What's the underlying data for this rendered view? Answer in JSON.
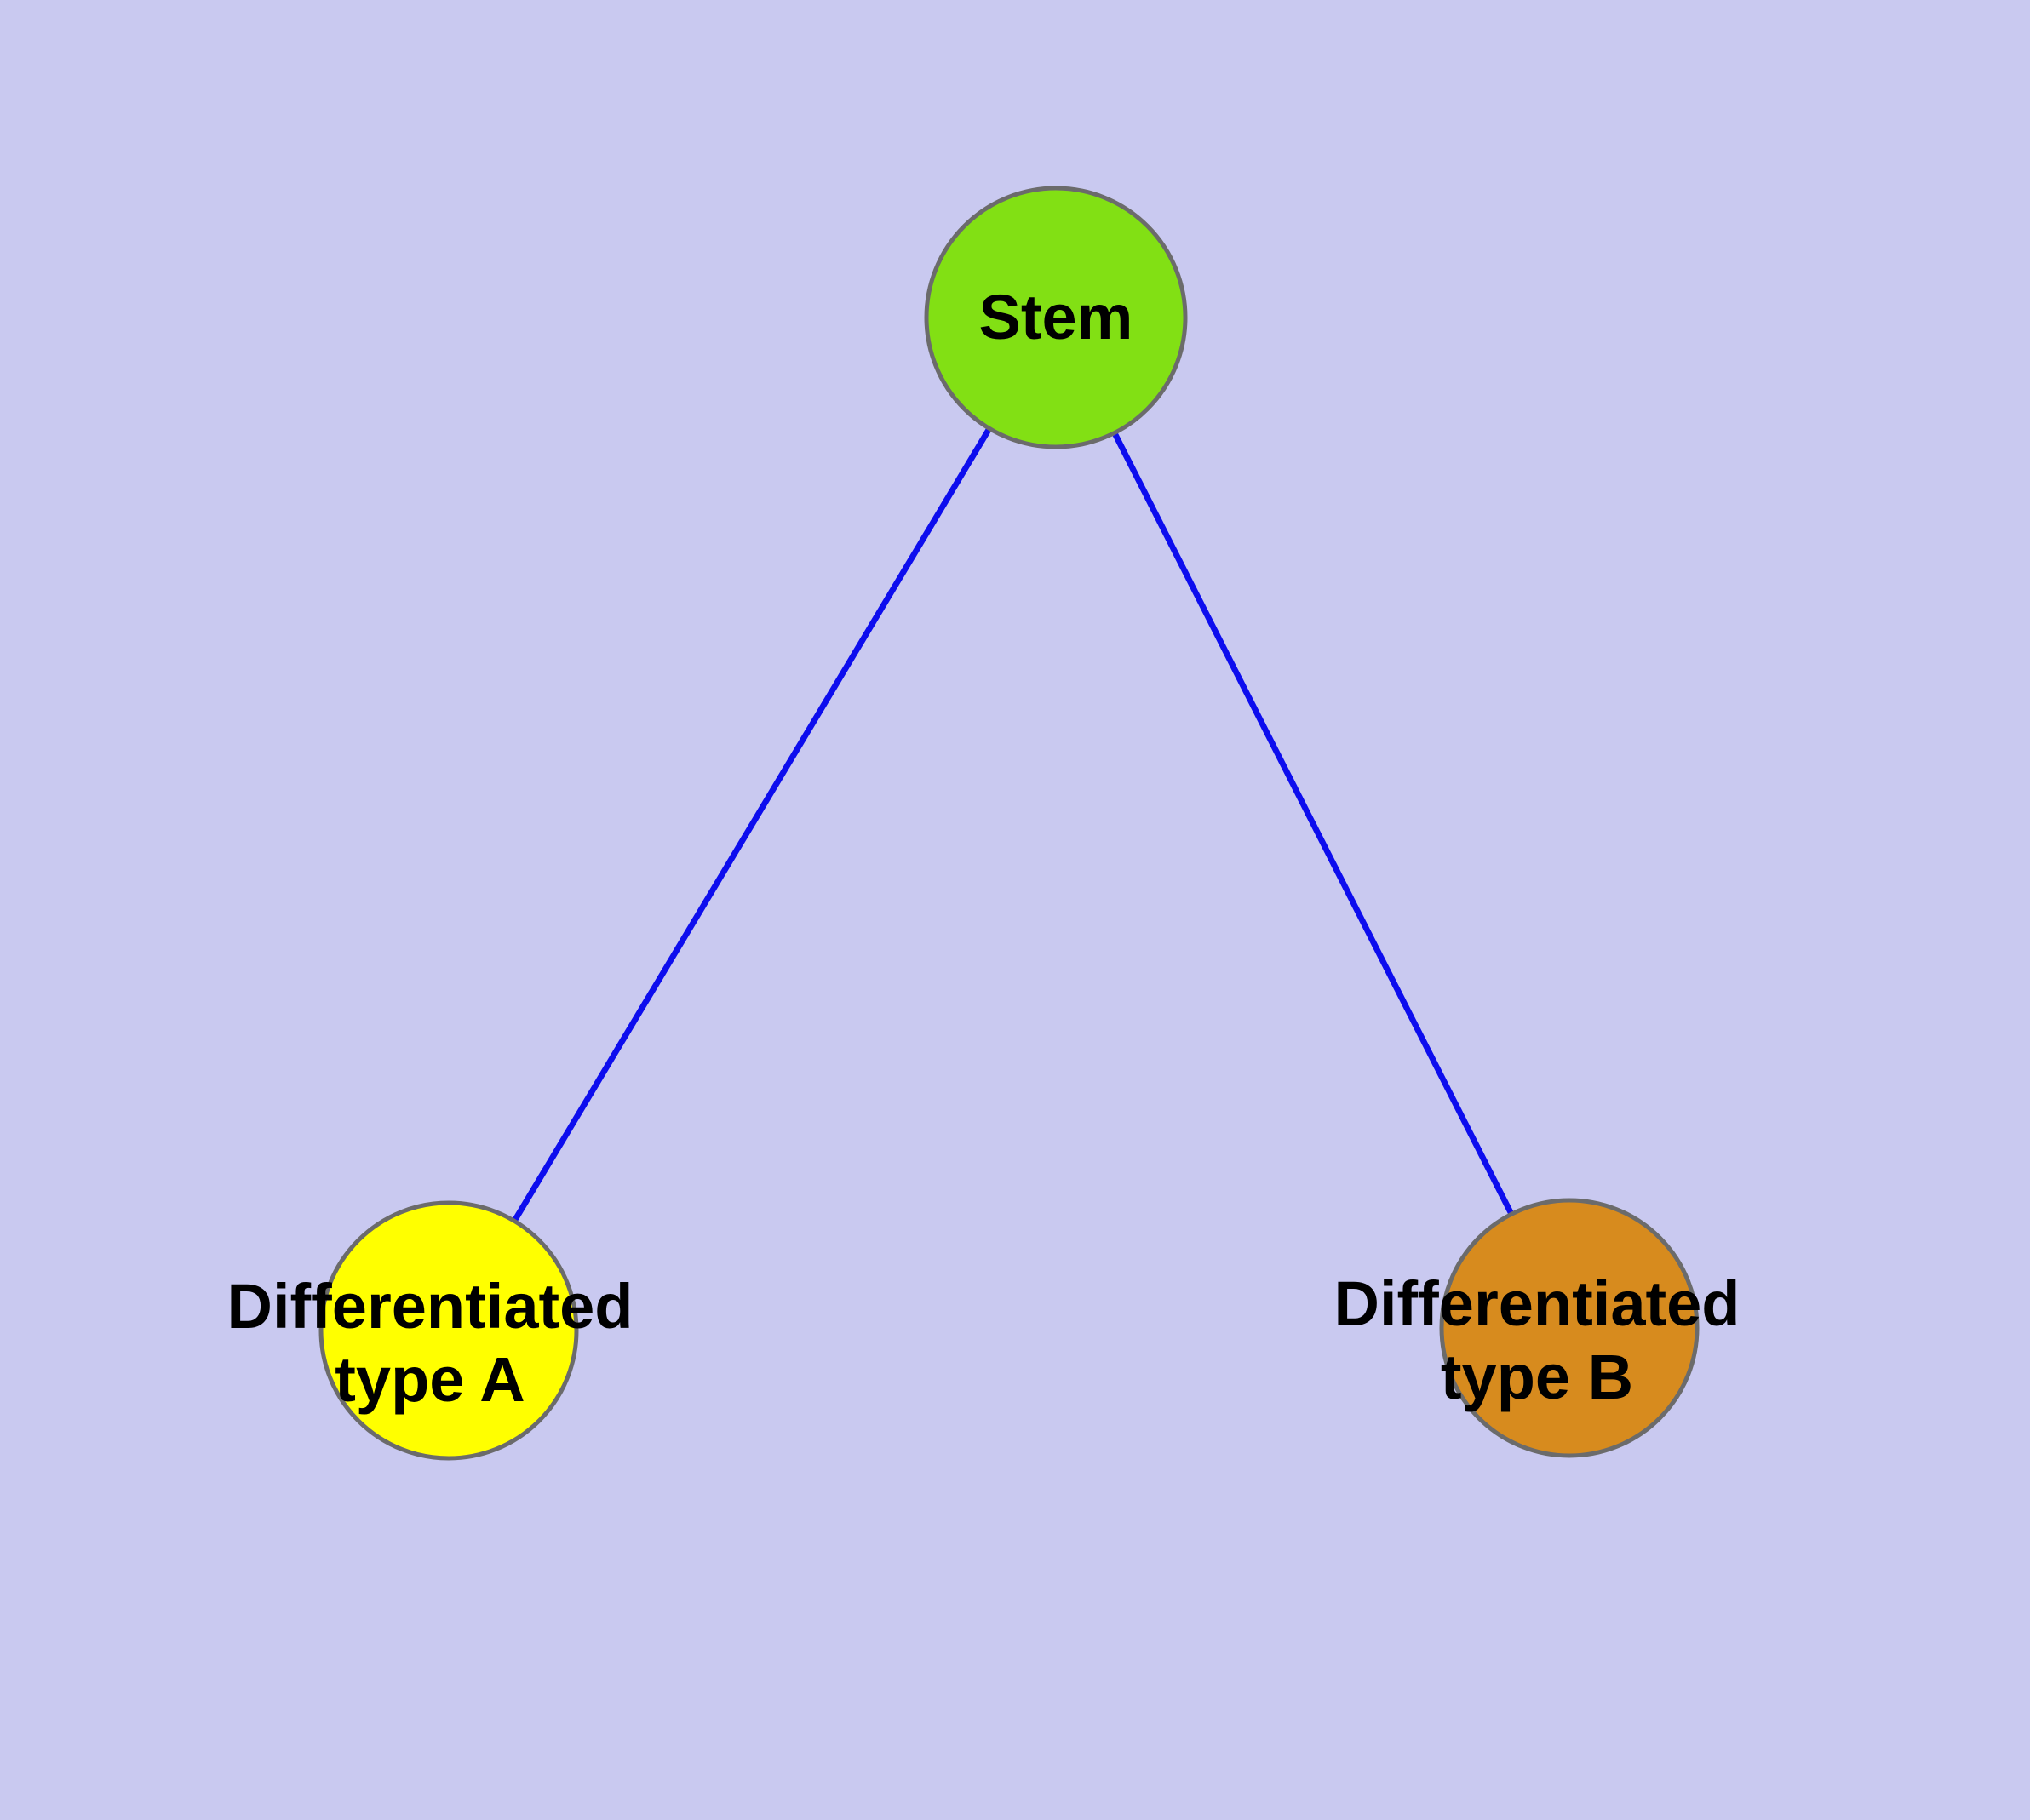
{
  "diagram": {
    "background_color": "#c9c9f0",
    "text_color": "#000000",
    "nodes": [
      {
        "id": "stem",
        "label": "Stem",
        "label_lines": [
          "Stem"
        ],
        "fill": "#82e014",
        "border": "#6b6b6b"
      },
      {
        "id": "differentiated-type-a",
        "label": "Differentiated type A",
        "label_lines": [
          "Differentiated",
          "type A"
        ],
        "fill": "#ffff00",
        "border": "#6b6b6b"
      },
      {
        "id": "differentiated-type-b",
        "label": "Differentiated type B",
        "label_lines": [
          "Differentiated",
          "type B"
        ],
        "fill": "#d78b1e",
        "border": "#6b6b6b"
      }
    ],
    "edges": [
      {
        "from": "stem",
        "to": "differentiated-type-a",
        "color": "#0d0dee"
      },
      {
        "from": "stem",
        "to": "differentiated-type-b",
        "color": "#0d0dee"
      }
    ]
  }
}
